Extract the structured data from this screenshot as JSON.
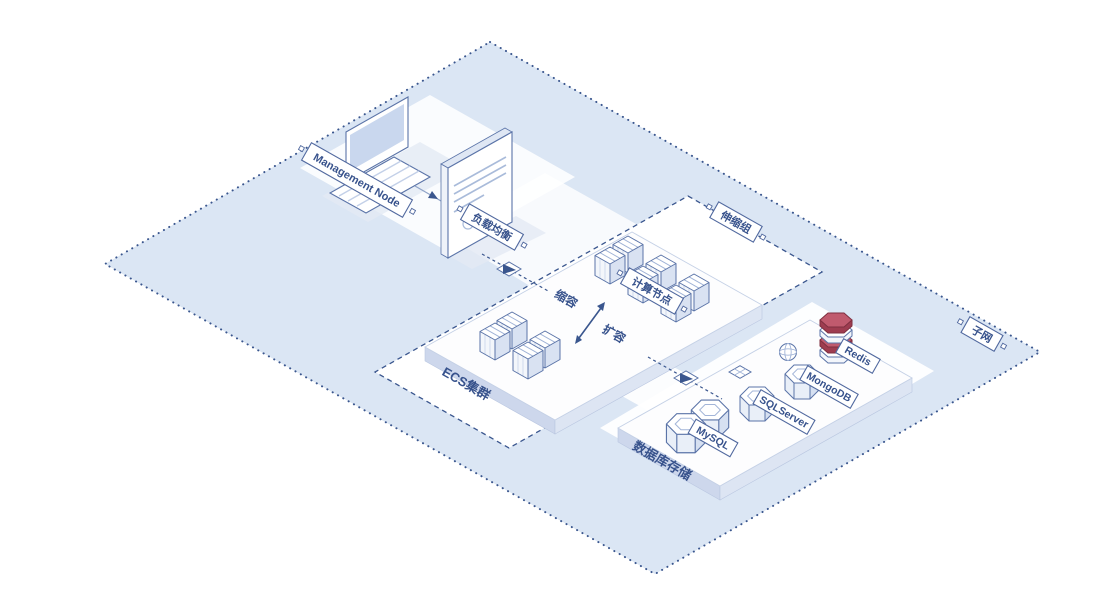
{
  "labels": {
    "management_node": "Management Node",
    "load_balancer": "负载均衡",
    "scaling_group": "伸缩组",
    "subnet": "子网",
    "ecs_cluster": "ECS集群",
    "compute_node": "计算节点",
    "scale_in": "缩容",
    "scale_out": "扩容",
    "database_storage": "数据库存储",
    "databases": [
      "MySQL",
      "SQLServer",
      "MongoDB",
      "Redis"
    ]
  },
  "colors": {
    "region_fill": "#dbe6f4",
    "line_blue": "#3a568e",
    "tag_text": "#37528c",
    "platform_side": "#cdd7ec",
    "shadow": "#e3eaf4",
    "redis_red": "#b44d60"
  }
}
